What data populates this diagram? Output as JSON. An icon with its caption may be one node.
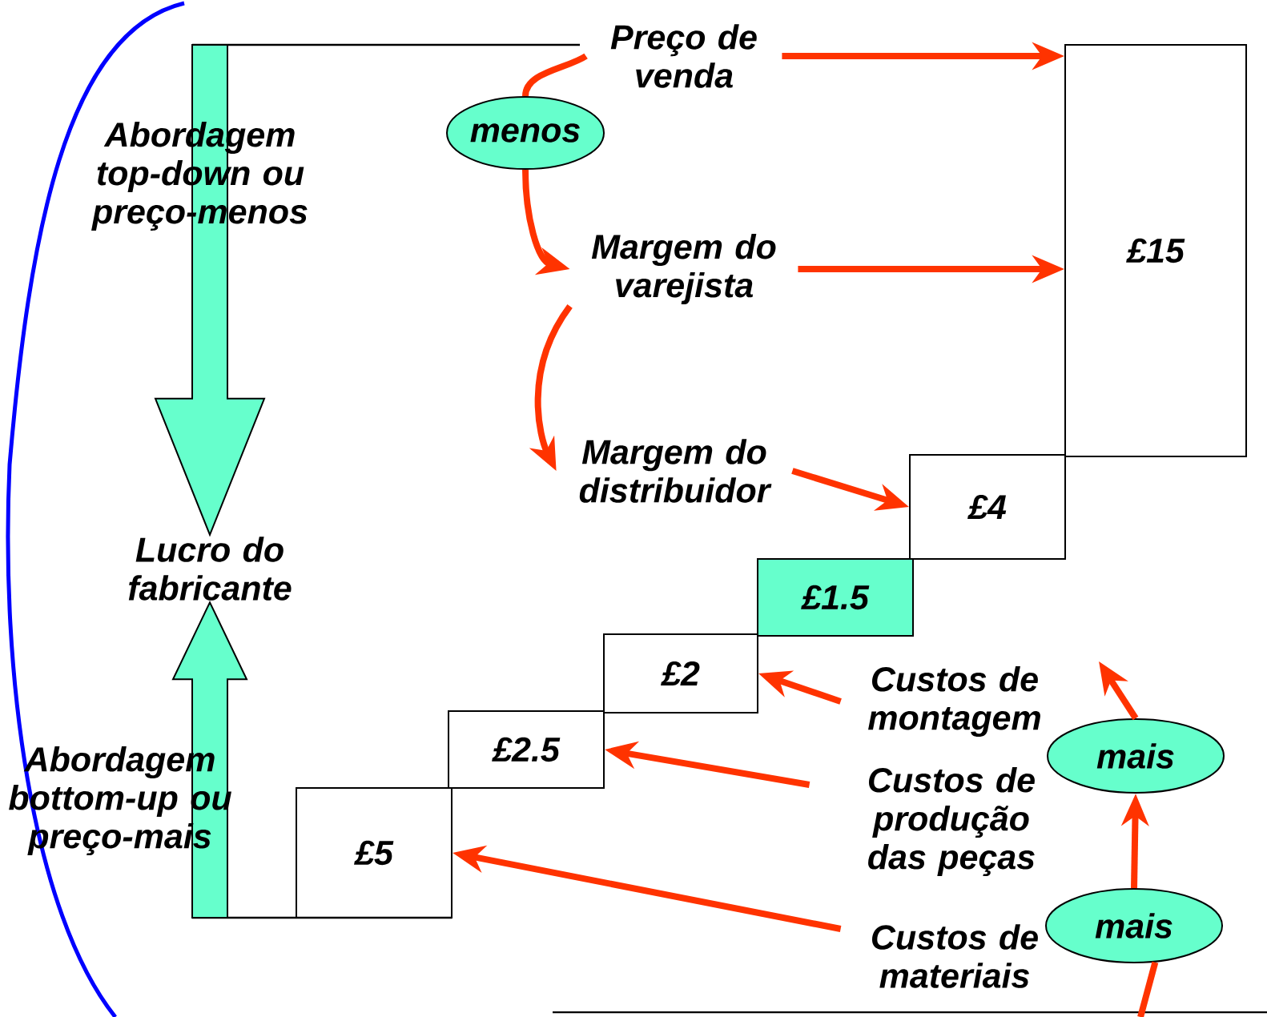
{
  "diagram": {
    "nodes": [
      {
        "text": [
          "Preço de venda"
        ]
      },
      {
        "text": [
          "menos"
        ]
      },
      {
        "text": [
          "Margem do varejista"
        ]
      },
      {
        "text": [
          "Margem do distribuidor"
        ]
      },
      {
        "text": [
          "£15"
        ]
      },
      {
        "text": [
          "£4"
        ]
      },
      {
        "text": [
          "£1.5"
        ]
      },
      {
        "text": [
          "£2"
        ]
      },
      {
        "text": [
          "£2.5"
        ]
      },
      {
        "text": [
          "£5"
        ]
      },
      {
        "text": [
          "Custos de montagem"
        ]
      },
      {
        "text": [
          "mais"
        ]
      },
      {
        "text": [
          "Custos de produção das peças"
        ]
      },
      {
        "text": [
          "mais"
        ]
      },
      {
        "text": [
          "Custos de materiais"
        ]
      },
      {
        "text": [
          "Lucro do fabricante"
        ]
      }
    ],
    "edges": [
      {
        "from": 0,
        "to": 4,
        "arrow": "to"
      },
      {
        "from": 0,
        "to": 1,
        "arrow": "none"
      },
      {
        "from": 1,
        "to": 2,
        "arrow": "to"
      },
      {
        "from": 2,
        "to": 4,
        "arrow": "to"
      },
      {
        "from": 2,
        "to": 3,
        "arrow": "to"
      },
      {
        "from": 3,
        "to": 5,
        "arrow": "to"
      },
      {
        "from": 10,
        "to": 7,
        "arrow": "to"
      },
      {
        "from": 12,
        "to": 8,
        "arrow": "to"
      },
      {
        "from": 14,
        "to": 9,
        "arrow": "to"
      },
      {
        "from": null,
        "to": 13,
        "arrow": "none"
      },
      {
        "from": 13,
        "to": 11,
        "arrow": "to"
      },
      {
        "from": 11,
        "to": null,
        "arrow": "to"
      },
      {
        "from": null,
        "to": 15,
        "arrow": "to",
        "label": "Abordagem top-down ou preço-menos",
        "style": "thick",
        "color": "#66ffcc"
      },
      {
        "from": null,
        "to": 15,
        "arrow": "to",
        "label": "Abordagem bottom-up ou preço-mais",
        "style": "thick",
        "color": "#66ffcc"
      }
    ]
  }
}
